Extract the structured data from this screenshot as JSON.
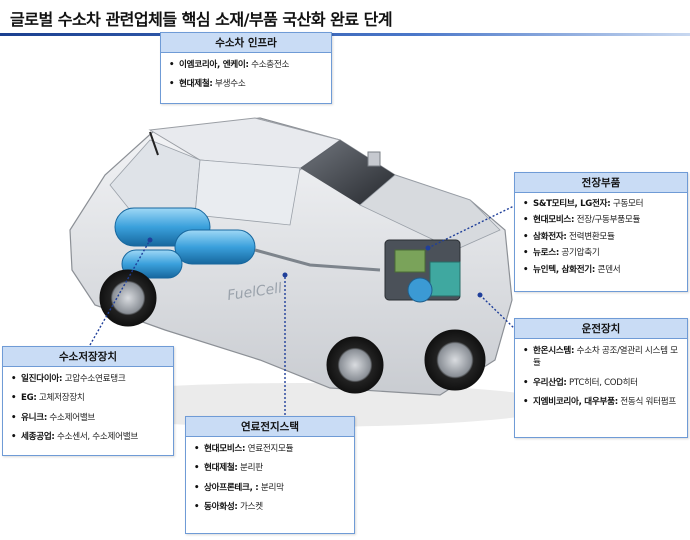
{
  "title": "글로벌 수소차 관련업체들 핵심 소재/부품 국산화 완료 단계",
  "car_badge": "FuelCell",
  "boxes": {
    "infra": {
      "heading": "수소차 인프라",
      "items": [
        {
          "company": "이엠코리아, 엔케이:",
          "product": " 수소충전소"
        },
        {
          "company": "현대제철:",
          "product": " 부생수소"
        }
      ]
    },
    "electrical": {
      "heading": "전장부품",
      "items": [
        {
          "company": "S&T모티브, LG전자:",
          "product": " 구동모터"
        },
        {
          "company": "현대모비스:",
          "product": " 전장/구동부품모듈"
        },
        {
          "company": "삼화전자:",
          "product": " 전력변환모듈"
        },
        {
          "company": "뉴로스:",
          "product": " 공기압축기"
        },
        {
          "company": "뉴인텍, 삼화전기:",
          "product": " 콘덴서"
        }
      ]
    },
    "storage": {
      "heading": "수소저장장치",
      "items": [
        {
          "company": "일진다이아:",
          "product": " 고압수소연료탱크"
        },
        {
          "company": "EG:",
          "product": " 고체저장장치"
        },
        {
          "company": "유니크:",
          "product": " 수소제어밸브"
        },
        {
          "company": "세종공업:",
          "product": " 수소센서, 수소제어밸브"
        }
      ]
    },
    "fuelcell": {
      "heading": "연료전지스택",
      "items": [
        {
          "company": "현대모비스:",
          "product": " 연료전지모듈"
        },
        {
          "company": "현대제철:",
          "product": " 분리판"
        },
        {
          "company": "상아프론테크, :",
          "product": " 분리막"
        },
        {
          "company": "동아화성:",
          "product": " 가스켓"
        }
      ]
    },
    "driving": {
      "heading": "운전장치",
      "items": [
        {
          "company": "한온시스템:",
          "product": " 수소차 공조/열관리 시스템 모듈"
        },
        {
          "company": "우리산업:",
          "product": " PTC히터, COD히터"
        },
        {
          "company": "지엠비코리아, 대우부품:",
          "product": " 전동식 워터펌프"
        }
      ]
    }
  },
  "colors": {
    "box_border": "#6f9bd6",
    "box_header": "#c9dcf5",
    "leader": "#1f3f9a",
    "tank": "#3aa0dc"
  }
}
